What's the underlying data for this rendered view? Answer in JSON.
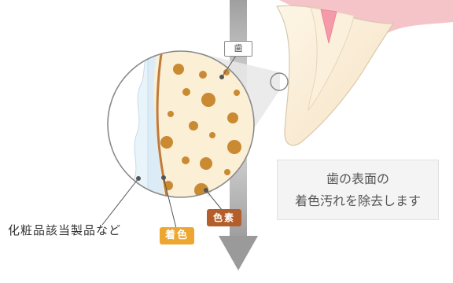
{
  "labels": {
    "tooth": "歯",
    "caption_line1": "歯の表面の",
    "caption_line2": "着色汚れを除去します",
    "cosmetic": "化粧品該当製品など",
    "stain": "着色",
    "pigment": "色素"
  },
  "colors": {
    "arrow": "#9a9a9a",
    "enamel_fill": "#fbefd6",
    "pellicle_blue": "#dcecf6",
    "stain_line": "#c07a3c",
    "particle": "#c98a32",
    "gum": "#f4c4c8",
    "pulp": "#f49aa9",
    "stain_tag": "#eda630",
    "pigment_tag": "#b45e2b",
    "caption_bg": "#f4f4f4"
  },
  "icons": {
    "down_arrow": "arrow-down-icon"
  }
}
